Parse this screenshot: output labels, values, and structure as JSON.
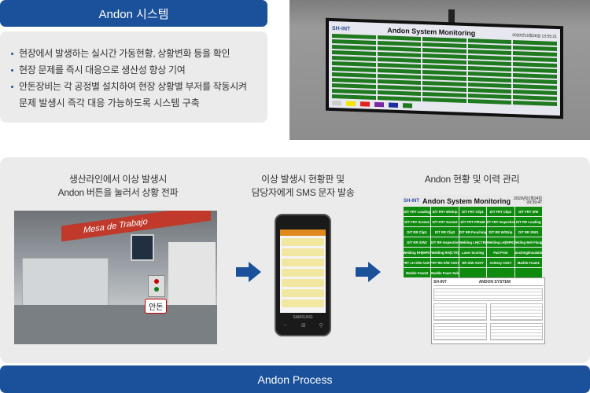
{
  "header": {
    "title": "Andon 시스템"
  },
  "info": {
    "bullets": [
      "현장에서 발생하는 실시간 가동현황, 상황변화 등을 확인",
      "현장 문제를 즉시 대응으로 생산성 향상 기여",
      "안돈장비는 각 공정별 설치하여 현장 상황별 부저를 작동시켜",
      "문제 발생시 즉각 대응 가능하도록 시스템 구축"
    ]
  },
  "tv_photo": {
    "logo": "SH-INT",
    "title": "Andon System Monitoring",
    "date": "2020년10월26일 13:55:21"
  },
  "process": {
    "steps": [
      {
        "line1": "생산라인에서 이상 발생시",
        "line2": "Andon 버튼을 눌러서 상황 전파",
        "label": "안돈",
        "banner": "Mesa de Trabajo"
      },
      {
        "line1": "이상 발생시 현황판 및",
        "line2": "담당자에게 SMS 문자 발송",
        "brand": "SAMSUNG"
      },
      {
        "line1": "Andon 현황 및 이력 관리"
      }
    ],
    "monitor": {
      "logo": "SH-INT",
      "title": "Andon System Monitoring",
      "date": "2019년01월24일",
      "time": "09:39:47",
      "cells": [
        "D/T FRT Loading",
        "D/T FRT W/Strip",
        "D/T FRT Clip1",
        "D/T FRT Clip2",
        "D/T FRT S/W",
        "D/T FRT Screw1",
        "D/T FRT Screw2",
        "D/T FRT P/R&M",
        "D/T FRT Inspection",
        "D/T RR Loading",
        "D/T RR Clip1",
        "D/T RR Clip2",
        "D/T RR Punching",
        "D/T RR W/Strip",
        "D/T RR S/W1",
        "D/T RR S/W2",
        "D/T RR Inspection",
        "Welding LH(CTR)",
        "Welding LH(MPK)",
        "Welding Belt Flange",
        "Welding RH(MPK)",
        "Welding RH(CTR)",
        "Laser Scoring",
        "Pad Print",
        "Punching/Insulation",
        "FRT LH S/W ASSY",
        "FRT RH S/W ASSY",
        "RR S/W ASSY",
        "Ashtray ASSY",
        "Marble Foam1",
        "Marble Foam2",
        "Marble Foam Sub",
        "",
        "",
        ""
      ]
    },
    "report": {
      "title": "ANDON SYSTEM",
      "logo": "SH-INT"
    }
  },
  "footer": {
    "title": "Andon Process"
  },
  "colors": {
    "brand_blue": "#1b519b",
    "andon_green": "#0e8a0e",
    "panel_gray": "#ebebeb"
  }
}
